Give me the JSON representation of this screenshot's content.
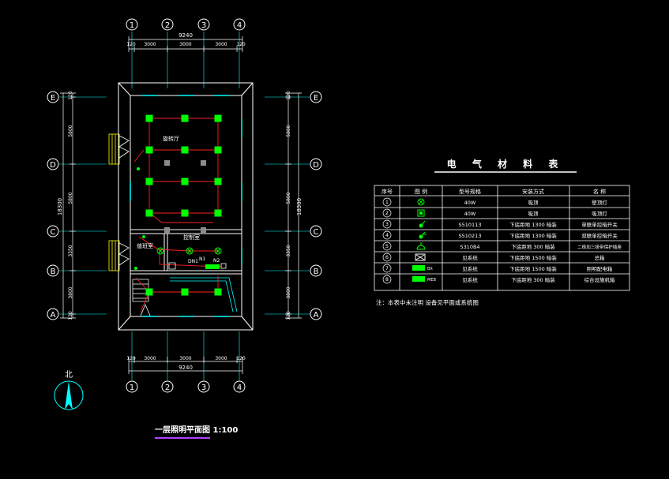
{
  "axes_top": [
    "1",
    "2",
    "3",
    "4"
  ],
  "axes_bottom": [
    "1",
    "2",
    "3",
    "4"
  ],
  "axes_left": [
    "E",
    "D",
    "C",
    "B",
    "A"
  ],
  "axes_right": [
    "E",
    "D",
    "C",
    "B",
    "A"
  ],
  "dims_top_total": "9240",
  "dims_top": [
    "120",
    "3000",
    "3000",
    "3000",
    "120"
  ],
  "dims_bottom_total": "9240",
  "dims_bottom": [
    "120",
    "3000",
    "3000",
    "3000",
    "120"
  ],
  "dims_left_total": "18300",
  "dims_left": [
    "120",
    "5800",
    "5800",
    "3350",
    "3800",
    "120"
  ],
  "dims_right_total": "18300",
  "dims_right": [
    "120",
    "5800",
    "5800",
    "3350",
    "3800",
    "120"
  ],
  "rooms": {
    "main": "旋转厅",
    "duty": "值班室",
    "control": "控制室"
  },
  "panel_labels": {
    "dn1": "DN1",
    "n1": "N1",
    "n2": "N2"
  },
  "north_label": "北",
  "drawing_title": "一层照明平面图 1:100",
  "table": {
    "title": "电 气 材 料 表",
    "headers": [
      "序号",
      "图 例",
      "型号规格",
      "安装方式",
      "名 称"
    ],
    "rows": [
      {
        "no": "1",
        "spec": "40W",
        "install": "吸顶",
        "name": "壁顶灯"
      },
      {
        "no": "2",
        "spec": "40W",
        "install": "吸顶",
        "name": "吸顶灯"
      },
      {
        "no": "3",
        "spec": "S510113",
        "install": "下底距地 1300 暗装",
        "name": "单联单控暗开关"
      },
      {
        "no": "4",
        "spec": "S510213",
        "install": "下底距地 1300 暗装",
        "name": "双联单控暗开关"
      },
      {
        "no": "5",
        "spec": "S310B4",
        "install": "下底距地 300 暗装",
        "name": "二极加三极带保护插座"
      },
      {
        "no": "6",
        "spec": "见系统",
        "install": "下底距地 1500 暗装",
        "name": "总箱"
      },
      {
        "no": "7",
        "spec": "见系统",
        "install": "下底距地 1500 暗装",
        "name": "照明配电箱"
      },
      {
        "no": "8",
        "spec": "见系统",
        "install": "下底距地 300 暗装",
        "name": "综合设施机箱"
      }
    ],
    "legend_tags": {
      "r6": "",
      "r7": "BX",
      "r8": "MEB"
    },
    "note": "注：本表中未注明 设备见平面或系统图"
  },
  "colors": {
    "cyan": "#00ffff",
    "white": "#ffffff",
    "green": "#00ff00",
    "red": "#ff2020",
    "yellow": "#ffff00",
    "purple": "#b040ff",
    "gray": "#8c8c8c"
  }
}
